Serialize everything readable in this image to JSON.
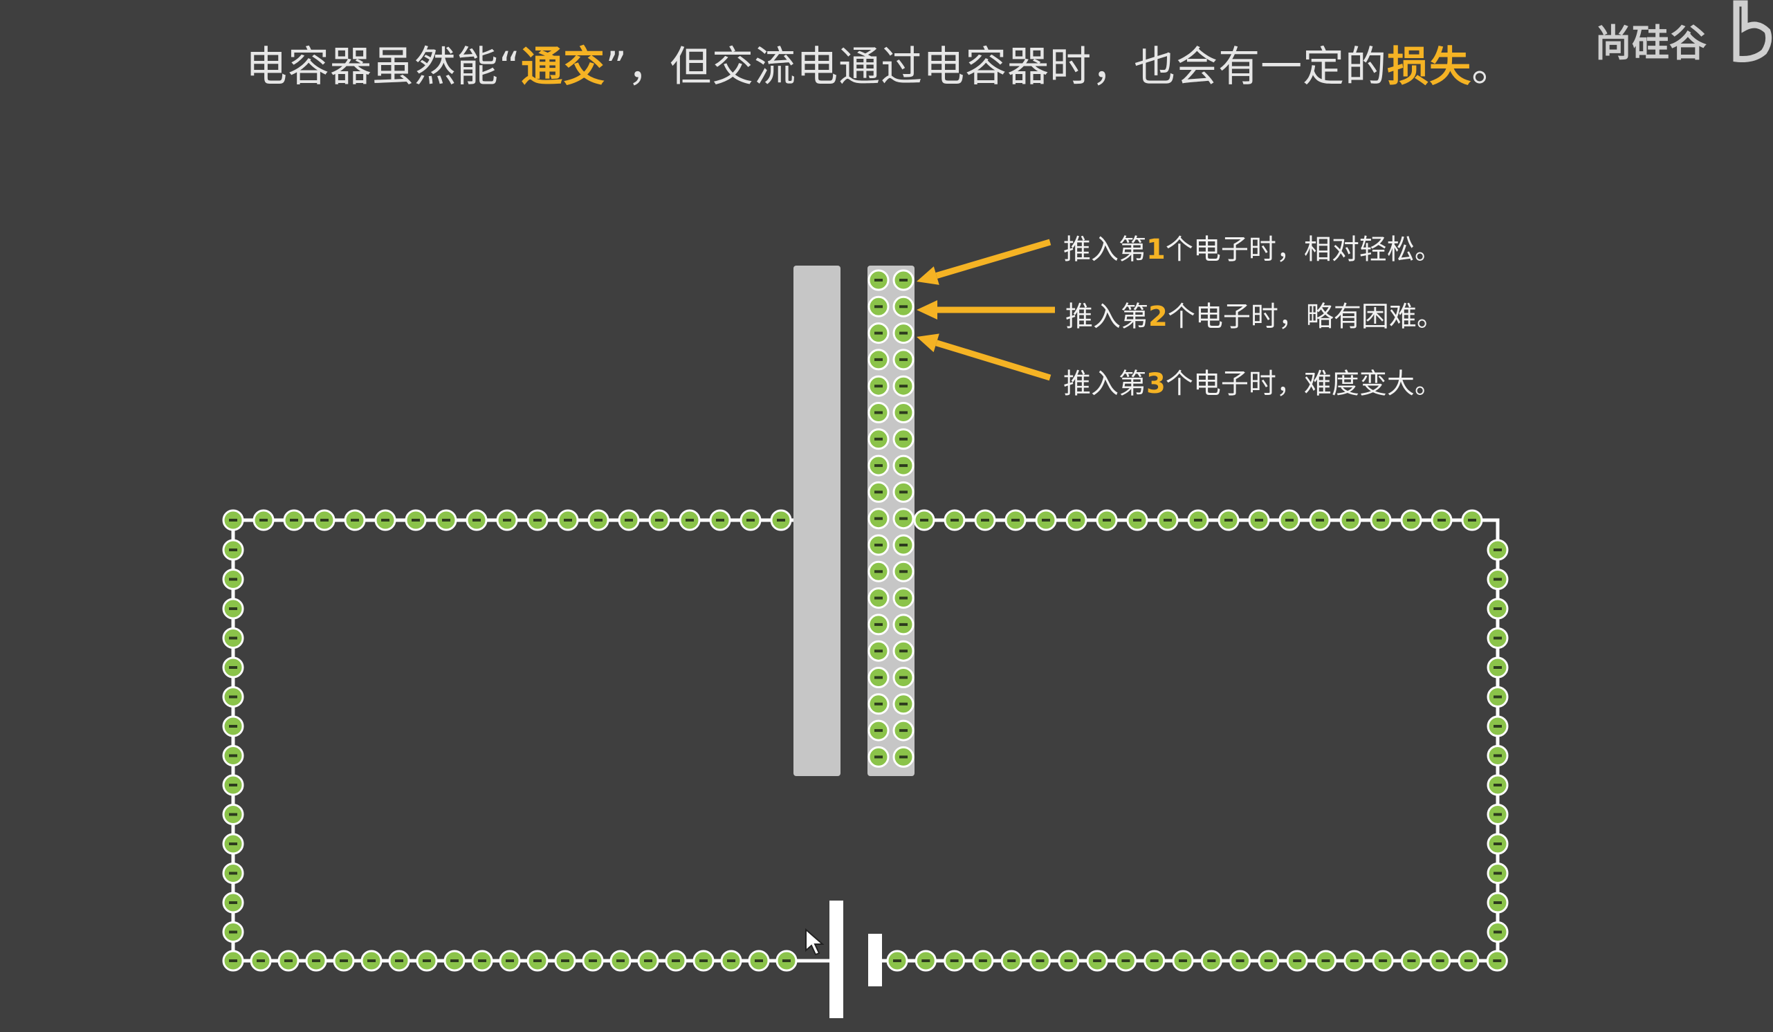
{
  "header": {
    "title_pre": "电容器虽然能“",
    "title_hl1": "通交",
    "title_mid": "”，但交流电通过电容器时，也会有一定的",
    "title_hl2": "损失",
    "title_end": "。"
  },
  "logo": {
    "text": "尚硅谷"
  },
  "annotations": [
    {
      "pre": "推入第",
      "num": "1",
      "post": "个电子时，相对轻松。"
    },
    {
      "pre": "推入第",
      "num": "2",
      "post": "个电子时，略有困难。"
    },
    {
      "pre": "推入第",
      "num": "3",
      "post": "个电子时，难度变大。"
    }
  ],
  "colors": {
    "background": "#3f3f3f",
    "highlight": "#f5b324",
    "electron_fill": "#8bc34a",
    "plate": "#c6c6c6",
    "wire": "#ffffff"
  },
  "electron_symbol": "−"
}
